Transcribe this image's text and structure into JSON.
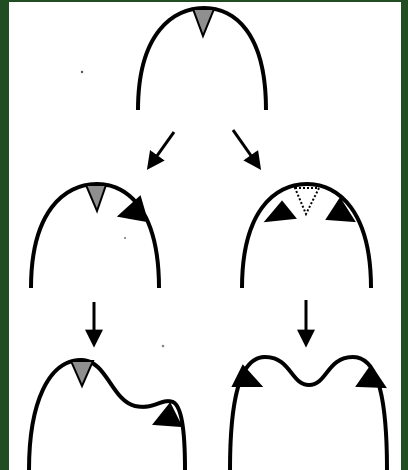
{
  "figure": {
    "background_color": "#204d21",
    "panel_color": "#ffffff",
    "outline_color": "#000000",
    "marker_fill": "#8f8f8f",
    "marker_active_fill": "#000000"
  },
  "rows": [
    {
      "id": "top",
      "shapes": [
        "dome-with-gray-apex-marker"
      ]
    },
    {
      "id": "middle",
      "shapes": [
        "dome-gray-apex-and-black-right-marker",
        "dome-dotted-apex-and-two-black-side-markers"
      ]
    },
    {
      "id": "bottom",
      "shapes": [
        "asymmetric-lobed-outline",
        "symmetric-bilobed-outline"
      ]
    }
  ],
  "arrows": [
    "top-to-left",
    "top-to-right",
    "left-down",
    "right-down"
  ]
}
